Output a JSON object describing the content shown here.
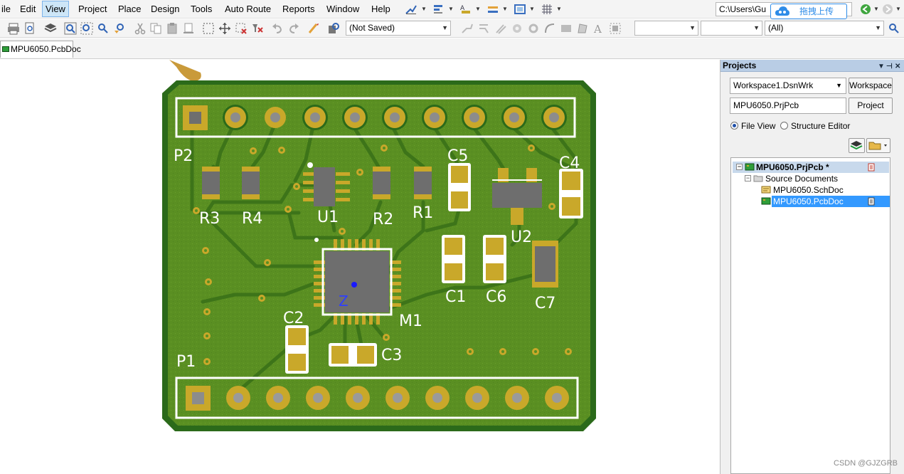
{
  "menu": {
    "items": [
      "ile",
      "Edit",
      "View",
      "Project",
      "Place",
      "Design",
      "Tools",
      "Auto Route",
      "Reports",
      "Window",
      "Help"
    ],
    "active": "View"
  },
  "toolbar": {
    "path_text": "C:\\Users\\Gu",
    "path_suffix": "]",
    "upload_label": "拖拽上传",
    "saved_state": "(Not Saved)",
    "filter_value": "(All)"
  },
  "document_tab": {
    "label": "MPU6050.PcbDoc"
  },
  "pcb": {
    "designators": {
      "p2": "P2",
      "p1": "P1",
      "r3": "R3",
      "r4": "R4",
      "u1": "U1",
      "r2": "R2",
      "r1": "R1",
      "c5": "C5",
      "c4": "C4",
      "u2": "U2",
      "c1": "C1",
      "c6": "C6",
      "c7": "C7",
      "m1": "M1",
      "c2": "C2",
      "c3": "C3"
    },
    "axis_marker": "Z"
  },
  "projects_panel": {
    "title": "Projects",
    "workspace_value": "Workspace1.DsnWrk",
    "workspace_button": "Workspace",
    "project_value": "MPU6050.PrjPcb",
    "project_button": "Project",
    "view_options": [
      "File View",
      "Structure Editor"
    ],
    "selected_view": "File View",
    "tree": {
      "project": "MPU6050.PrjPcb *",
      "folder": "Source Documents",
      "files": [
        "MPU6050.SchDoc",
        "MPU6050.PcbDoc"
      ]
    }
  },
  "watermark": "CSDN @GJZGRB",
  "colors": {
    "board": "#5a8f22",
    "board_edge": "#2b6a1a",
    "pad": "#c9a82a",
    "silkscreen": "#ffffff",
    "component_body": "#6e6e6e"
  }
}
